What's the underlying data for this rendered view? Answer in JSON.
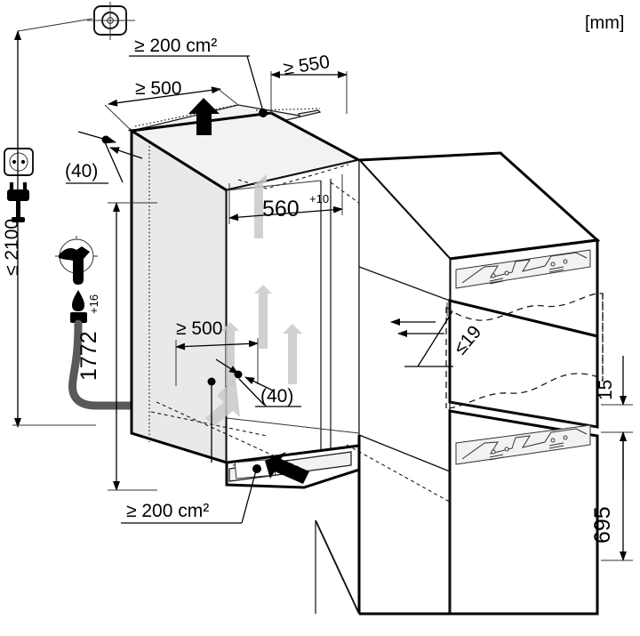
{
  "drawing": {
    "title": "Built-in refrigerator niche installation drawing",
    "unit_label": "[mm]",
    "line_color": "#1a1a1a",
    "accent_color": "#c9c9c9",
    "hose_color": "#58595b"
  },
  "dimensions": {
    "vent_top": "≥ 200 cm²",
    "niche_depth_top": "≥ 500",
    "niche_width_rear": "≥ 550",
    "gap_top": "(40)",
    "height_max": "≤ 2100",
    "niche_width": "560",
    "niche_width_tol": "+10",
    "niche_height": "1772",
    "niche_height_tol": "+16",
    "niche_depth_bottom": "≥ 500",
    "gap_bottom": "(40)",
    "vent_bottom": "≥ 200 cm²",
    "door_gap": "≤19",
    "gap_between_doors": "15",
    "lower_door_height": "695"
  },
  "icons": {
    "water_connection": "water-connection-target-icon",
    "power_socket": "power-socket-icon",
    "power_plug": "power-plug-icon",
    "water_tap": "water-tap-icon",
    "water_drop": "water-drop-icon",
    "airflow_up": "airflow-arrow-up",
    "airflow_in": "airflow-arrow-in"
  }
}
